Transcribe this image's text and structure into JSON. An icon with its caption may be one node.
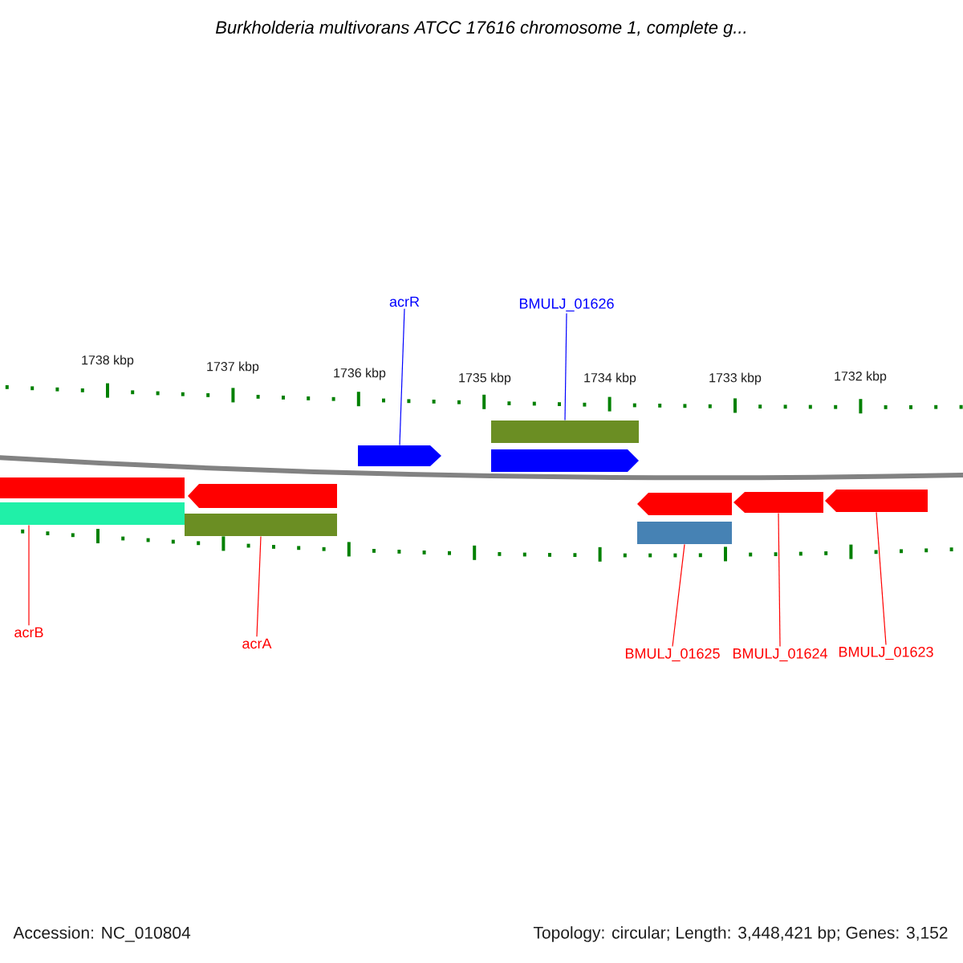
{
  "diagram": {
    "title": "Burkholderia multivorans ATCC 17616 chromosome 1, complete g...",
    "nodes": [
      {
        "text": [
          "acrR"
        ]
      },
      {
        "text": [
          "BMULJ_01626"
        ]
      },
      {
        "text": [
          "acrB"
        ]
      },
      {
        "text": [
          "acrA"
        ]
      },
      {
        "text": [
          "BMULJ_01625"
        ]
      },
      {
        "text": [
          "BMULJ_01624"
        ]
      },
      {
        "text": [
          "BMULJ_01623"
        ]
      },
      {
        "text": [],
        "shape": "bar"
      },
      {
        "text": [],
        "shape": "bar"
      },
      {
        "text": [],
        "shape": "pentagon"
      },
      {
        "text": [],
        "shape": "bar"
      },
      {
        "text": [],
        "shape": "pentagon"
      },
      {
        "text": [],
        "shape": "bar"
      },
      {
        "text": [],
        "shape": "pentagon"
      },
      {
        "text": [],
        "shape": "pentagon"
      },
      {
        "text": [],
        "shape": "bar"
      },
      {
        "text": [],
        "shape": "pentagon"
      },
      {
        "text": [],
        "shape": "pentagon"
      }
    ],
    "edges": [
      {
        "from": 0,
        "to": 11,
        "arrow": "none",
        "color": "#0000ff"
      },
      {
        "from": 1,
        "to": 12,
        "arrow": "none",
        "color": "#0000ff"
      },
      {
        "from": 2,
        "to": 8,
        "arrow": "none"
      },
      {
        "from": 3,
        "to": 10,
        "arrow": "none"
      },
      {
        "from": 4,
        "to": 15,
        "arrow": "none"
      },
      {
        "from": 5,
        "to": 16,
        "arrow": "none"
      },
      {
        "from": 6,
        "to": 17,
        "arrow": "none"
      }
    ],
    "labels": [
      "1738 kbp",
      "1737 kbp",
      "1736 kbp",
      "1735 kbp",
      "1734 kbp",
      "1733 kbp",
      "1732 kbp",
      "Accession: NC_010804",
      "Topology: circular; Length: 3,448,421 bp; Genes: 3,152"
    ]
  }
}
